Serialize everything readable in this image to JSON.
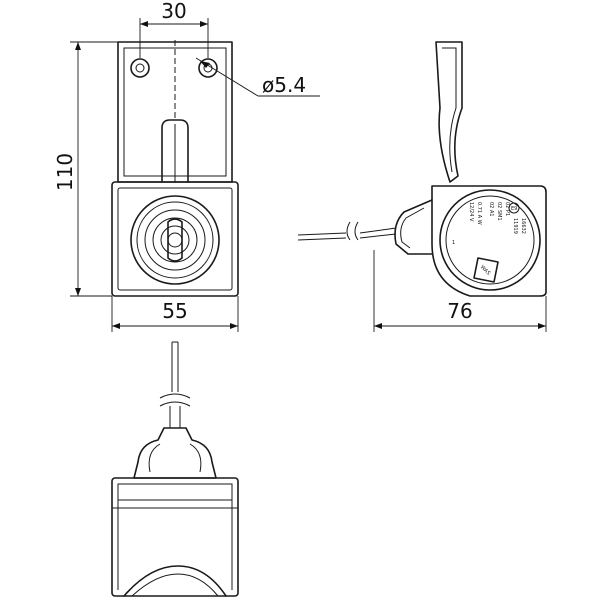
{
  "dimensions": {
    "top_width": "30",
    "hole_diameter": "ø5.4",
    "height": "110",
    "bottom_width": "55",
    "side_width": "76"
  },
  "label_text": {
    "line1": "12/24 V",
    "line2": "0.71 A W",
    "line3": "02 A1",
    "line4": "02 SM1",
    "line5": "02 P1",
    "approval_code": "E9",
    "approval_num": "11919",
    "approval_num2": "16632",
    "marking": "1",
    "brand": "WAŚ"
  },
  "colors": {
    "line": "#1a1a1a",
    "background": "#ffffff"
  }
}
